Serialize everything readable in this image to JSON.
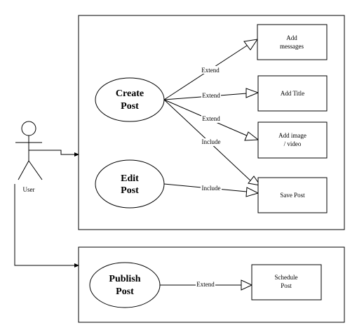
{
  "actor": {
    "label": "User"
  },
  "use_cases": {
    "create_post": {
      "line1": "Create",
      "line2": "Post"
    },
    "edit_post": {
      "line1": "Edit",
      "line2": "Post"
    },
    "publish_post": {
      "line1": "Publish",
      "line2": "Post"
    }
  },
  "boxes": {
    "add_messages": {
      "line1": "Add",
      "line2": "messages"
    },
    "add_title": {
      "line1": "Add Title"
    },
    "add_image_video": {
      "line1": "Add image",
      "line2": "/ video"
    },
    "save_post": {
      "line1": "Save Post"
    },
    "schedule_post": {
      "line1": "Schedule",
      "line2": "Post"
    }
  },
  "relations": {
    "create_to_messages": "Extend",
    "create_to_title": "Extend",
    "create_to_image": "Extend",
    "create_to_save": "Include",
    "edit_to_save": "Include",
    "publish_to_schedule": "Extend"
  }
}
